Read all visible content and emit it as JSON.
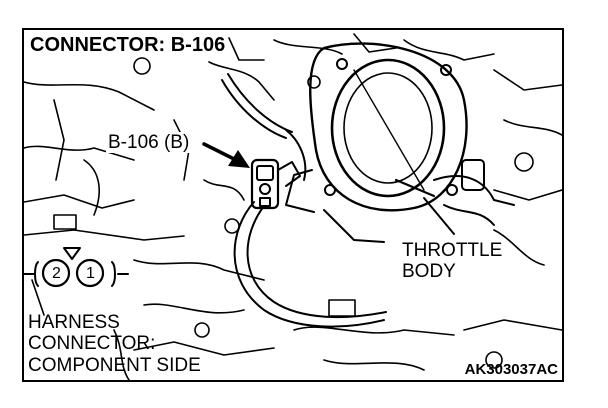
{
  "diagram": {
    "title": "CONNECTOR: B-106",
    "callout_label": "B-106 (B)",
    "component_label": {
      "line1": "THROTTLE",
      "line2": "BODY"
    },
    "harness_label": {
      "line1": "HARNESS",
      "line2": "CONNECTOR:",
      "line3": "COMPONENT SIDE"
    },
    "connector_pins": [
      "2",
      "1"
    ],
    "figure_code": "AK303037AC"
  }
}
